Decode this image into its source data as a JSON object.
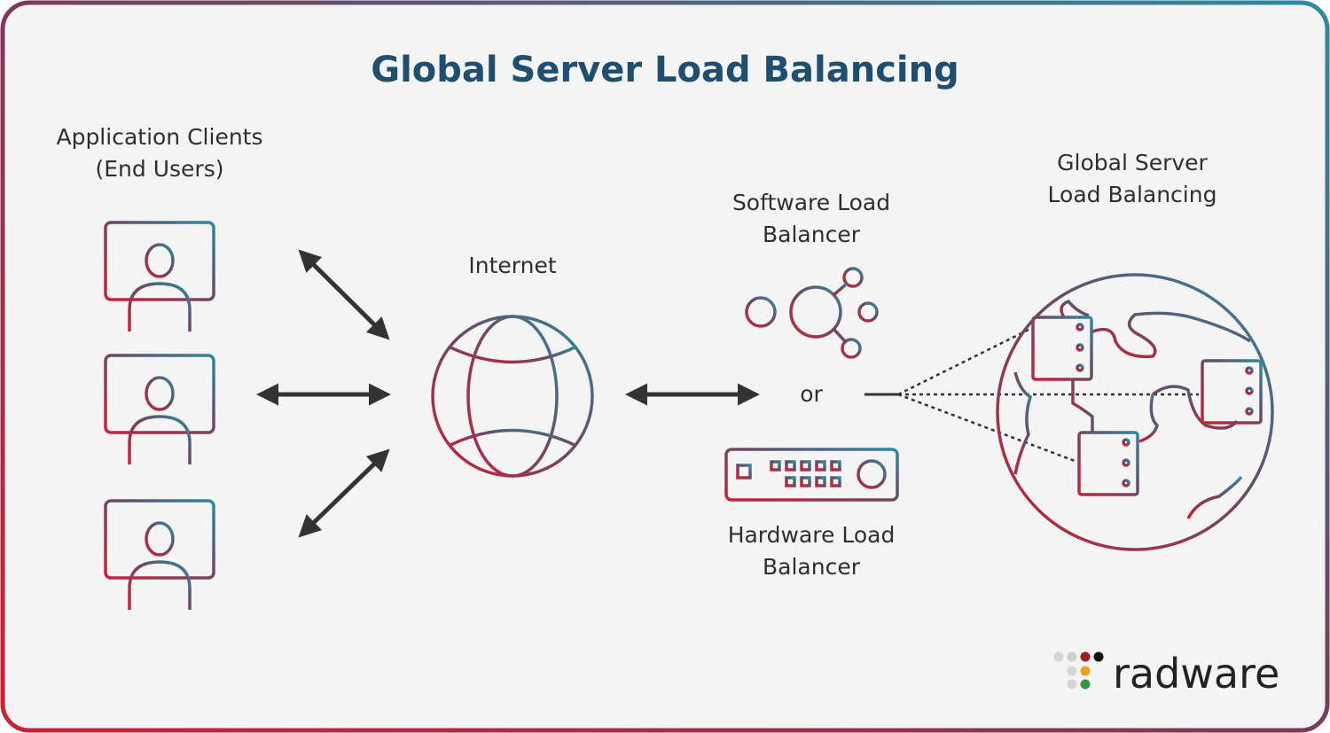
{
  "title": "Global Server Load Balancing",
  "labels": {
    "clients_line1": "Application Clients",
    "clients_line2": "(End Users)",
    "internet": "Internet",
    "software_lb_line1": "Software Load",
    "software_lb_line2": "Balancer",
    "or": "or",
    "hardware_lb_line1": "Hardware Load",
    "hardware_lb_line2": "Balancer",
    "gslb_line1": "Global Server",
    "gslb_line2": "Load Balancing"
  },
  "brand": {
    "name": "radware"
  },
  "colors": {
    "accent_red": "#c8213a",
    "accent_teal": "#2e8aa0",
    "title": "#1f4e6e",
    "arrow": "#333333",
    "background": "#f4f4f4"
  },
  "icons": [
    "user-monitor-icon",
    "globe-icon",
    "software-lb-icon",
    "hardware-lb-icon",
    "world-servers-icon",
    "radware-logo"
  ]
}
